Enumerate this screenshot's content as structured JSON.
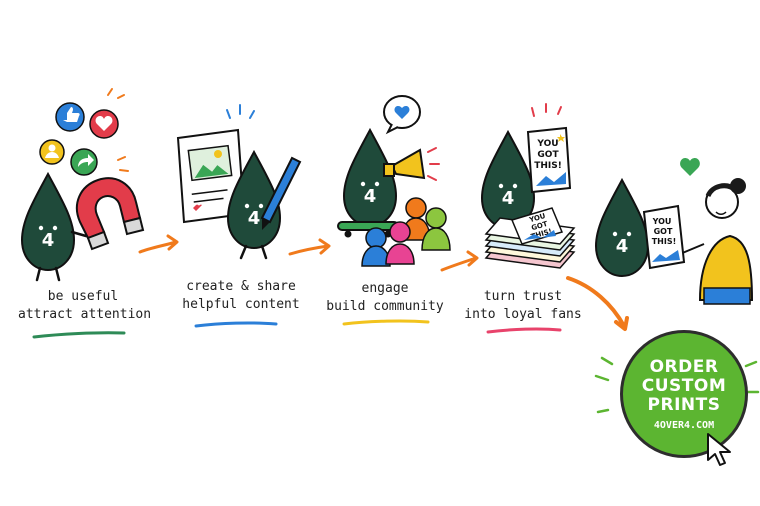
{
  "brand": {
    "mascot_badge": "4",
    "accent": "#5cb531",
    "mascot_color": "#1f4a3a",
    "arrow_color": "#f07a1c"
  },
  "steps": [
    {
      "lines": [
        "be useful",
        "attract attention"
      ],
      "underline_color": "#2e8b57",
      "icons": [
        "magnet-icon",
        "thumbs-up-icon",
        "heart-icon",
        "share-icon",
        "user-icon"
      ]
    },
    {
      "lines": [
        "create & share",
        "helpful content"
      ],
      "underline_color": "#2b7fd8",
      "icons": [
        "document-icon",
        "pen-icon"
      ]
    },
    {
      "lines": [
        "engage",
        "build community"
      ],
      "underline_color": "#f2c31d",
      "icons": [
        "megaphone-icon",
        "heart-bubble-icon",
        "skateboard-icon",
        "people-icon"
      ]
    },
    {
      "lines": [
        "turn trust",
        "into loyal fans"
      ],
      "underline_color": "#e8436b",
      "icons": [
        "poster-icon",
        "print-stack-icon"
      ]
    }
  ],
  "posters": {
    "held_sign": [
      "YOU",
      "GOT",
      "THIS!"
    ],
    "stack_top": [
      "YOU",
      "GOT",
      "THIS!"
    ],
    "customer_sign": [
      "YOU",
      "GOT",
      "THIS!"
    ]
  },
  "cta": {
    "lines": [
      "ORDER",
      "CUSTOM",
      "PRINTS"
    ],
    "url": "4OVER4.COM",
    "color": "#5cb531"
  }
}
